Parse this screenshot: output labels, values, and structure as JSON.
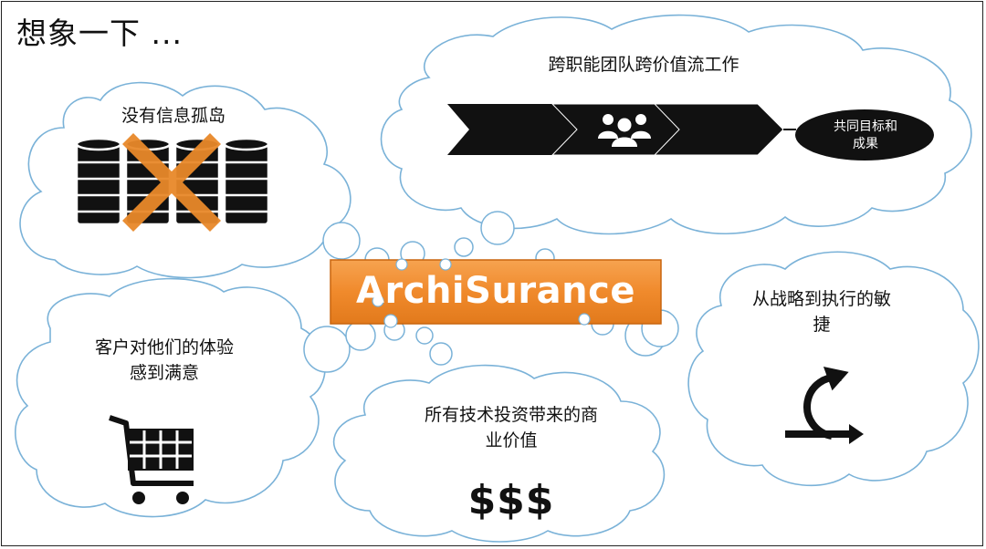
{
  "title": "想象一下 ...",
  "center": {
    "label": "ArchiSurance"
  },
  "bubbles": {
    "silos": {
      "text": "没有信息孤岛",
      "icon": "database-crossed-icon"
    },
    "teams": {
      "text": "跨职能团队跨价值流工作",
      "icon": "team-icon",
      "goal_line1": "共同目标和",
      "goal_line2": "成果"
    },
    "customer": {
      "line1": "客户对他们的体验",
      "line2": "感到满意",
      "icon": "shopping-cart-icon"
    },
    "value": {
      "line1": "所有技术投资带来的商",
      "line2": "业价值",
      "symbol": "$$$"
    },
    "agility": {
      "line1": "从战略到执行的敏",
      "line2": "捷",
      "icon": "cycle-arrow-icon"
    }
  },
  "colors": {
    "cloud_stroke": "#7ab2d8",
    "center_fill": "#f08a2c",
    "center_stroke": "#d06a10",
    "dark": "#111111"
  }
}
